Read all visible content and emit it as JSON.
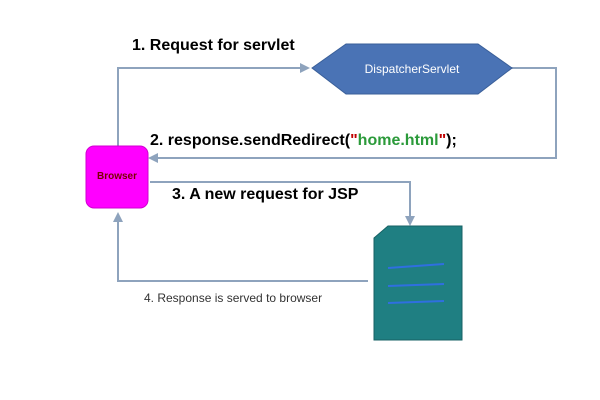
{
  "nodes": {
    "dispatcher": {
      "label": "DispatcherServlet",
      "fill": "#4a73b5",
      "text_color": "#ffffff"
    },
    "browser": {
      "label": "Browser",
      "fill": "#ff00ff",
      "text_color": "#7a0000"
    },
    "jsp_document": {
      "fill": "#1f7f82",
      "line_color": "#2f6fe0",
      "line_count": 3
    }
  },
  "steps": {
    "step1": "1. Request for servlet",
    "step2_prefix": "2. response.sendRedirect(",
    "step2_quote_open": "\"",
    "step2_arg": "home.html",
    "step2_quote_close": "\"",
    "step2_suffix": ");",
    "step3": "3. A new request for JSP",
    "step4": "4. Response is served to browser"
  },
  "colors": {
    "arrow": "#8ea3bd",
    "string_literal": "#c00000",
    "arg": "#2b9a3a"
  }
}
